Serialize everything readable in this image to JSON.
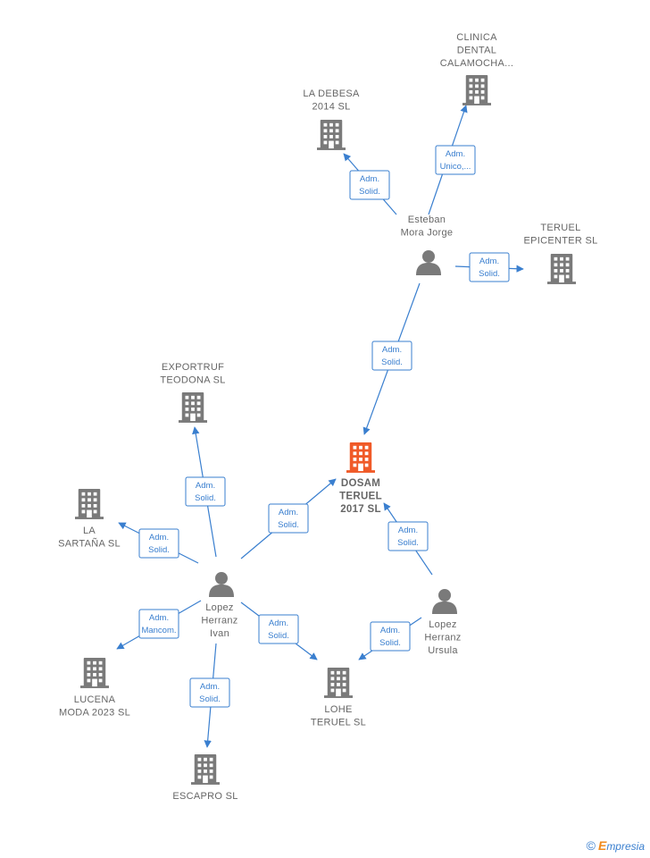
{
  "colors": {
    "edge": "#3a7fcf",
    "company": "#7a7a7a",
    "company_main": "#f05a28",
    "person": "#7a7a7a",
    "label": "#666666"
  },
  "nodes": [
    {
      "id": "dosam",
      "kind": "company-main",
      "lines": [
        "DOSAM",
        "TERUEL",
        "2017  SL"
      ]
    },
    {
      "id": "clinica",
      "kind": "company",
      "lines": [
        "CLINICA",
        "DENTAL",
        "CALAMOCHA..."
      ]
    },
    {
      "id": "debesa",
      "kind": "company",
      "lines": [
        "LA DEBESA",
        "2014  SL"
      ]
    },
    {
      "id": "esteban",
      "kind": "person",
      "lines": [
        "Esteban",
        "Mora Jorge"
      ]
    },
    {
      "id": "teruel-epi",
      "kind": "company",
      "lines": [
        "TERUEL",
        "EPICENTER  SL"
      ]
    },
    {
      "id": "exportruf",
      "kind": "company",
      "lines": [
        "EXPORTRUF",
        "TEODONA  SL"
      ]
    },
    {
      "id": "sartana",
      "kind": "company",
      "lines": [
        "LA",
        "SARTAÑA SL"
      ]
    },
    {
      "id": "ivan",
      "kind": "person",
      "lines": [
        "Lopez",
        "Herranz",
        "Ivan"
      ]
    },
    {
      "id": "ursula",
      "kind": "person",
      "lines": [
        "Lopez",
        "Herranz",
        "Ursula"
      ]
    },
    {
      "id": "lucena",
      "kind": "company",
      "lines": [
        "LUCENA",
        "MODA 2023  SL"
      ]
    },
    {
      "id": "lohe",
      "kind": "company",
      "lines": [
        "LOHE",
        "TERUEL SL"
      ]
    },
    {
      "id": "escapro",
      "kind": "company",
      "lines": [
        "ESCAPRO SL"
      ]
    }
  ],
  "edges": [
    {
      "id": "e1",
      "from": "esteban",
      "to": "clinica",
      "lines": [
        "Adm.",
        "Unico,..."
      ]
    },
    {
      "id": "e2",
      "from": "esteban",
      "to": "debesa",
      "lines": [
        "Adm.",
        "Solid."
      ]
    },
    {
      "id": "e3",
      "from": "esteban",
      "to": "teruel-epi",
      "lines": [
        "Adm.",
        "Solid."
      ]
    },
    {
      "id": "e4",
      "from": "esteban",
      "to": "dosam",
      "lines": [
        "Adm.",
        "Solid."
      ]
    },
    {
      "id": "e5",
      "from": "ivan",
      "to": "exportruf",
      "lines": [
        "Adm.",
        "Solid."
      ]
    },
    {
      "id": "e6",
      "from": "ivan",
      "to": "sartana",
      "lines": [
        "Adm.",
        "Solid."
      ]
    },
    {
      "id": "e7",
      "from": "ivan",
      "to": "dosam",
      "lines": [
        "Adm.",
        "Solid."
      ]
    },
    {
      "id": "e8",
      "from": "ivan",
      "to": "lucena",
      "lines": [
        "Adm.",
        "Mancom."
      ]
    },
    {
      "id": "e9",
      "from": "ivan",
      "to": "lohe",
      "lines": [
        "Adm.",
        "Solid."
      ]
    },
    {
      "id": "e10",
      "from": "ivan",
      "to": "escapro",
      "lines": [
        "Adm.",
        "Solid."
      ]
    },
    {
      "id": "e11",
      "from": "ursula",
      "to": "dosam",
      "lines": [
        "Adm.",
        "Solid."
      ]
    },
    {
      "id": "e12",
      "from": "ursula",
      "to": "lohe",
      "lines": [
        "Adm.",
        "Solid."
      ]
    }
  ],
  "footer": {
    "copyright": "©",
    "brand_initial": "E",
    "brand_rest": "mpresia"
  }
}
